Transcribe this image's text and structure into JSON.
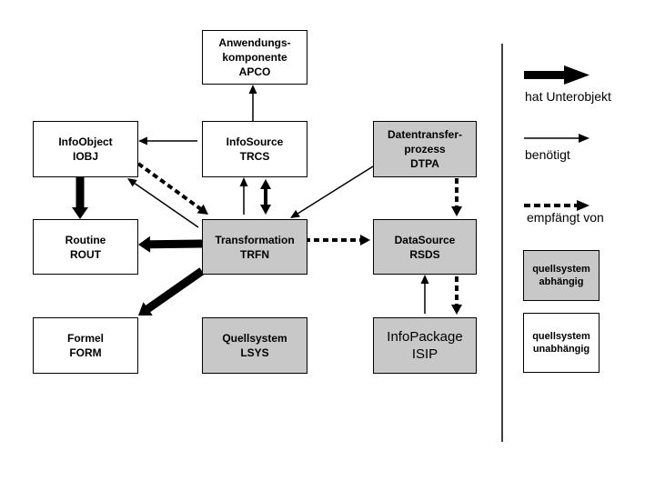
{
  "nodes": [
    {
      "id": "apco",
      "lines": [
        "Anwendungs-",
        "komponente",
        "APCO"
      ],
      "style": "white"
    },
    {
      "id": "iobj",
      "lines": [
        "InfoObject",
        "IOBJ"
      ],
      "style": "white"
    },
    {
      "id": "trcs",
      "lines": [
        "InfoSource",
        "TRCS"
      ],
      "style": "white"
    },
    {
      "id": "dtpa",
      "lines": [
        "Datentransfer-",
        "prozess",
        "DTPA"
      ],
      "style": "gray"
    },
    {
      "id": "rout",
      "lines": [
        "Routine",
        "ROUT"
      ],
      "style": "white"
    },
    {
      "id": "trfn",
      "lines": [
        "Transformation",
        "TRFN"
      ],
      "style": "gray"
    },
    {
      "id": "rsds",
      "lines": [
        "DataSource",
        "RSDS"
      ],
      "style": "gray"
    },
    {
      "id": "form",
      "lines": [
        "Formel",
        "FORM"
      ],
      "style": "white"
    },
    {
      "id": "lsys",
      "lines": [
        "Quellsystem",
        "LSYS"
      ],
      "style": "gray"
    },
    {
      "id": "isip",
      "lines": [
        "InfoPackage",
        "ISIP"
      ],
      "style": "gray"
    }
  ],
  "edges": [
    {
      "from": "iobj",
      "to": "rout",
      "kind": "has-subobject"
    },
    {
      "from": "trfn",
      "to": "rout",
      "kind": "has-subobject"
    },
    {
      "from": "trfn",
      "to": "form",
      "kind": "has-subobject"
    },
    {
      "from": "trcs",
      "to": "apco",
      "kind": "requires"
    },
    {
      "from": "trcs",
      "to": "iobj",
      "kind": "requires"
    },
    {
      "from": "trfn",
      "to": "iobj",
      "kind": "requires"
    },
    {
      "from": "trfn",
      "to": "trcs",
      "kind": "requires"
    },
    {
      "from": "dtpa",
      "to": "trfn",
      "kind": "requires"
    },
    {
      "from": "isip",
      "to": "rsds",
      "kind": "requires"
    },
    {
      "from": "iobj",
      "to": "trfn",
      "kind": "receives-from"
    },
    {
      "from": "trcs",
      "to": "trfn",
      "kind": "receives-from"
    },
    {
      "from": "trfn",
      "to": "trcs",
      "kind": "receives-from"
    },
    {
      "from": "trfn",
      "to": "rsds",
      "kind": "receives-from"
    },
    {
      "from": "dtpa",
      "to": "rsds",
      "kind": "receives-from"
    },
    {
      "from": "rsds",
      "to": "isip",
      "kind": "receives-from"
    }
  ],
  "legend": {
    "has_subobject": "hat Unterobjekt",
    "requires": "benötigt",
    "receives_from": "empfängt von",
    "source_dependent": [
      "quellsystem",
      "abhängig"
    ],
    "source_independent": [
      "quellsystem",
      "unabhängig"
    ]
  },
  "colors": {
    "dependent_fill": "#c8c8c8",
    "independent_fill": "#ffffff",
    "line": "#000000"
  }
}
